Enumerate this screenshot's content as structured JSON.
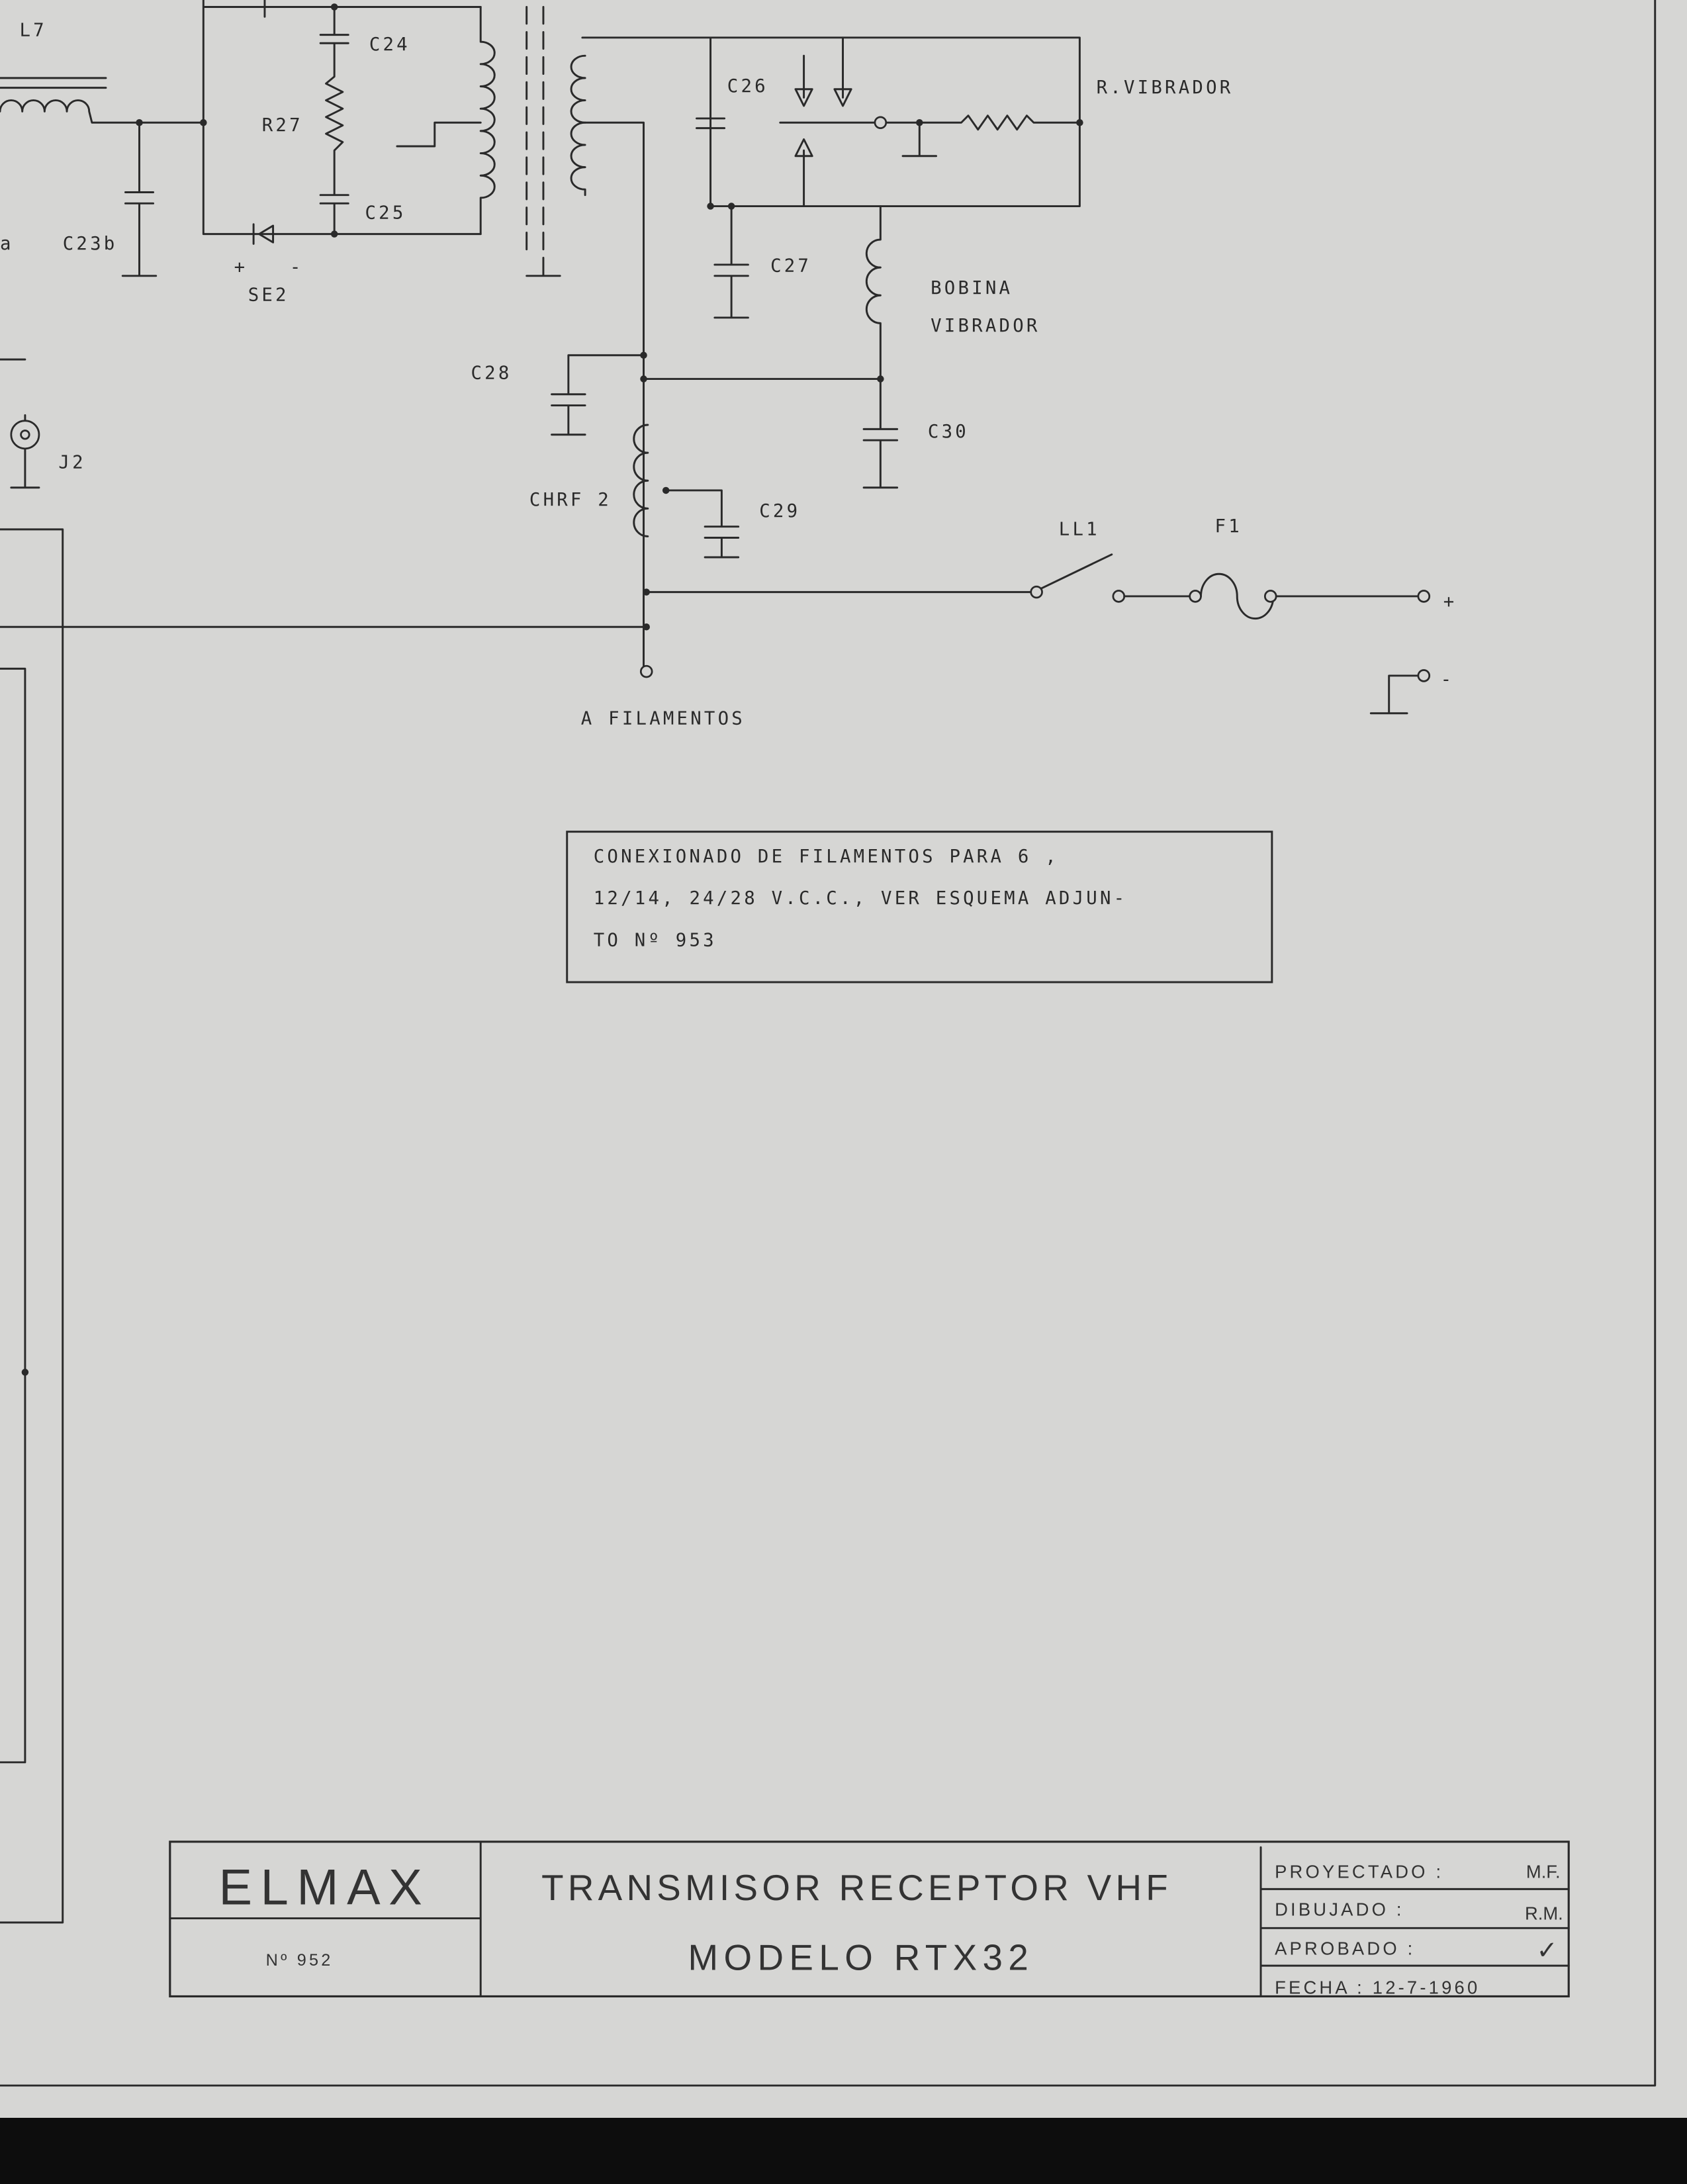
{
  "schematic": {
    "labels": {
      "l7": "L7",
      "c24": "C24",
      "r27": "R27",
      "c25": "C25",
      "a": "a",
      "c23b": "C23b",
      "se2": "SE2",
      "se2_plus": "+",
      "se2_minus": "-",
      "c26": "C26",
      "r_vibrador": "R.VIBRADOR",
      "c27": "C27",
      "bobina": "BOBINA",
      "vibrador": "VIBRADOR",
      "c28": "C28",
      "c30": "C30",
      "j2": "J2",
      "chrf2": "CHRF 2",
      "c29": "C29",
      "ll1": "LL1",
      "f1": "F1",
      "a_filamentos": "A FILAMENTOS",
      "plus_terminal": "+",
      "minus_terminal": "-"
    }
  },
  "note": {
    "lines": [
      "CONEXIONADO  DE  FILAMENTOS  PARA  6 ,",
      "12/14, 24/28 V.C.C., VER ESQUEMA ADJUN-",
      "TO Nº 953"
    ]
  },
  "title_block": {
    "company": "ELMAX",
    "drawing_number": "Nº 952",
    "title_line1": "TRANSMISOR RECEPTOR VHF",
    "title_line2": "MODELO RTX32",
    "rows": [
      {
        "label": "PROYECTADO :",
        "value": "M.F."
      },
      {
        "label": "DIBUJADO :",
        "value": "R.M."
      },
      {
        "label": "APROBADO :",
        "value": "✓"
      },
      {
        "label": "FECHA : 12-7-1960",
        "value": ""
      }
    ]
  }
}
